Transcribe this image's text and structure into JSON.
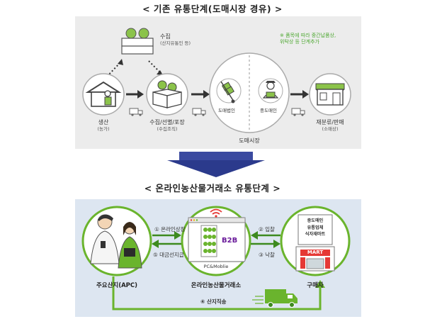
{
  "titles": {
    "top": "< 기존 유통단계(도매시장 경유) >",
    "bottom": "< 온라인농산물거래소 유통단계 >"
  },
  "existing": {
    "note_lines": [
      "※ 품목에 따라 중간납품상,",
      "위탁상 등 단계추가"
    ],
    "collect_top": {
      "label": "수집",
      "sub": "(산지유통인 등)"
    },
    "stages": [
      {
        "label": "생산",
        "sub": "(농가)"
      },
      {
        "label": "수집/선별/포장",
        "sub": "(수집조직)"
      },
      {
        "label": "재분류/판매",
        "sub": "(소매상)"
      }
    ],
    "market_inner": [
      "도매법인",
      "중도매인"
    ],
    "market_label": "도매시장"
  },
  "online": {
    "nodes": {
      "apc": "주요산지(APC)",
      "exchange": "온라인농산물거래소",
      "buyer": "구매자"
    },
    "steps": {
      "s1": "① 온라인상장",
      "s2": "② 입찰",
      "s3": "③ 낙찰",
      "s4": "④ 산지직송",
      "s5": "⑤ 대금선지급"
    },
    "screen": {
      "b2b": "B2B",
      "caption": "PC&Moblie"
    },
    "buyer_sign": [
      "중도매인",
      "유통업체",
      "식자재마트"
    ],
    "mart": "MART"
  },
  "colors": {
    "green": "#6ab42d",
    "dark_green": "#3d8a1f",
    "navy": "#2b3a8c",
    "gray_icon": "#9a9a9a",
    "red": "#e53935"
  }
}
